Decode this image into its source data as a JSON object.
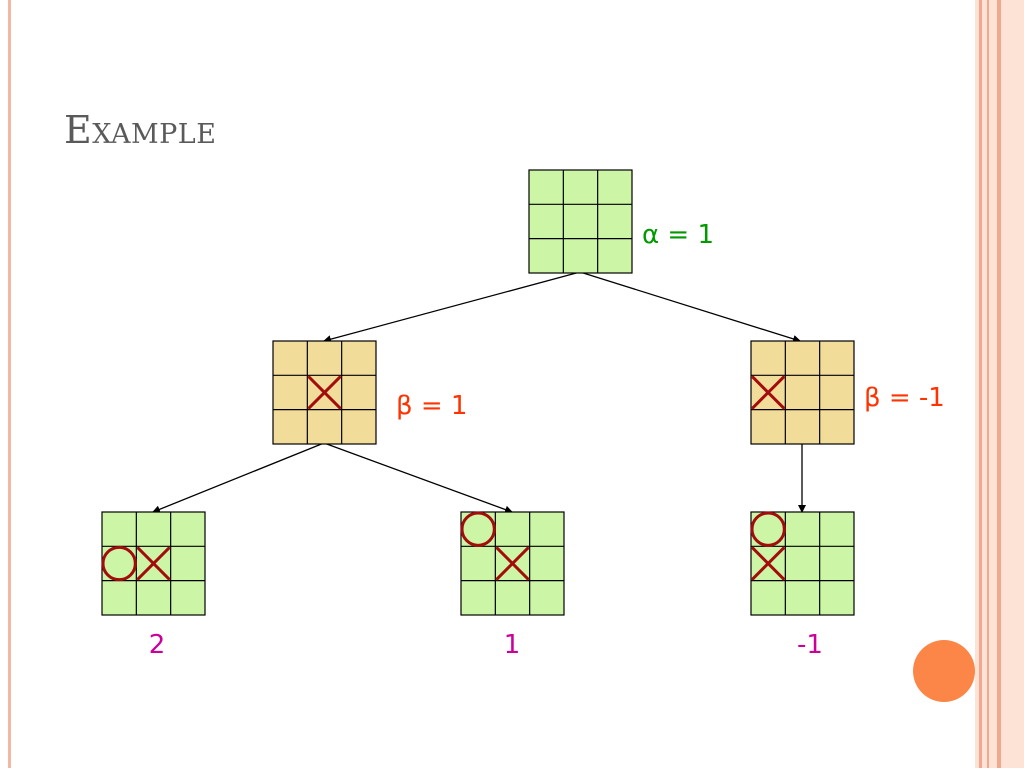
{
  "slide": {
    "title": "Example"
  },
  "colors": {
    "green_board": "#ccf5a6",
    "tan_board": "#f2dc9a",
    "grid_line": "#000000",
    "mark": "#a30c0c",
    "alpha_label": "#009900",
    "beta_label": "#ff3300",
    "leaf_label": "#cc0099",
    "edge": "#000000"
  },
  "tree": {
    "root": {
      "label": "α = 1",
      "marks": []
    },
    "left": {
      "label": "β = 1",
      "marks": [
        {
          "type": "X",
          "row": 1,
          "col": 1
        }
      ]
    },
    "right": {
      "label": "β = -1",
      "marks": [
        {
          "type": "X",
          "row": 1,
          "col": 0
        }
      ]
    },
    "leaf1": {
      "value": "2",
      "marks": [
        {
          "type": "O",
          "row": 1,
          "col": 0
        },
        {
          "type": "X",
          "row": 1,
          "col": 1
        }
      ]
    },
    "leaf2": {
      "value": "1",
      "marks": [
        {
          "type": "O",
          "row": 0,
          "col": 0
        },
        {
          "type": "X",
          "row": 1,
          "col": 1
        }
      ]
    },
    "leaf3": {
      "value": "-1",
      "marks": [
        {
          "type": "O",
          "row": 0,
          "col": 0
        },
        {
          "type": "X",
          "row": 1,
          "col": 0
        }
      ]
    }
  }
}
